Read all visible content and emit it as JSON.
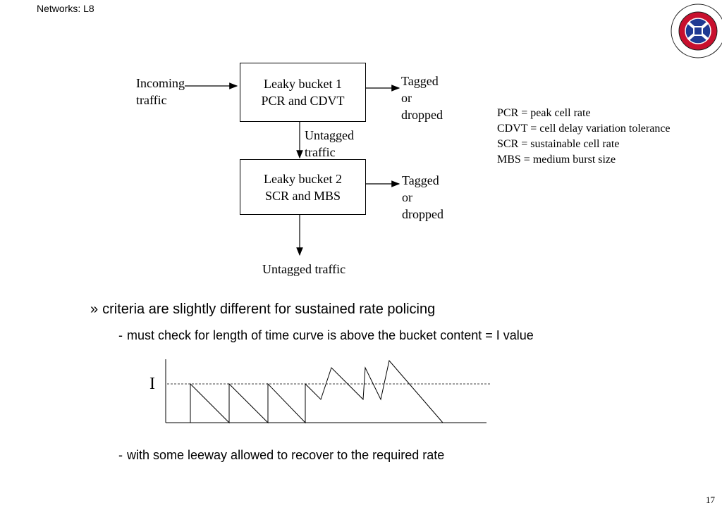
{
  "header": {
    "title": "Networks: L8"
  },
  "diagram": {
    "incoming_label": "Incoming traffic",
    "box1": {
      "line1": "Leaky bucket 1",
      "line2": "PCR and CDVT"
    },
    "box2": {
      "line1": "Leaky bucket 2",
      "line2": "SCR and MBS"
    },
    "tagged1": {
      "l1": "Tagged",
      "l2": "or",
      "l3": "dropped"
    },
    "tagged2": {
      "l1": "Tagged",
      "l2": "or",
      "l3": "dropped"
    },
    "untagged_mid": {
      "l1": "Untagged",
      "l2": "traffic"
    },
    "untagged_bottom": "Untagged traffic"
  },
  "legend": [
    "PCR = peak cell rate",
    "CDVT = cell delay variation tolerance",
    "SCR = sustainable cell rate",
    "MBS = medium burst size"
  ],
  "bullets": {
    "b1_mark": "»",
    "b1": "criteria are slightly different for sustained rate policing",
    "b2_mark": "-",
    "b2": "must check for length of time curve is above the bucket content = I value",
    "b3_mark": "-",
    "b3": "with some leeway allowed to recover to the required rate"
  },
  "graph": {
    "level_label": "I"
  },
  "page_number": "17"
}
